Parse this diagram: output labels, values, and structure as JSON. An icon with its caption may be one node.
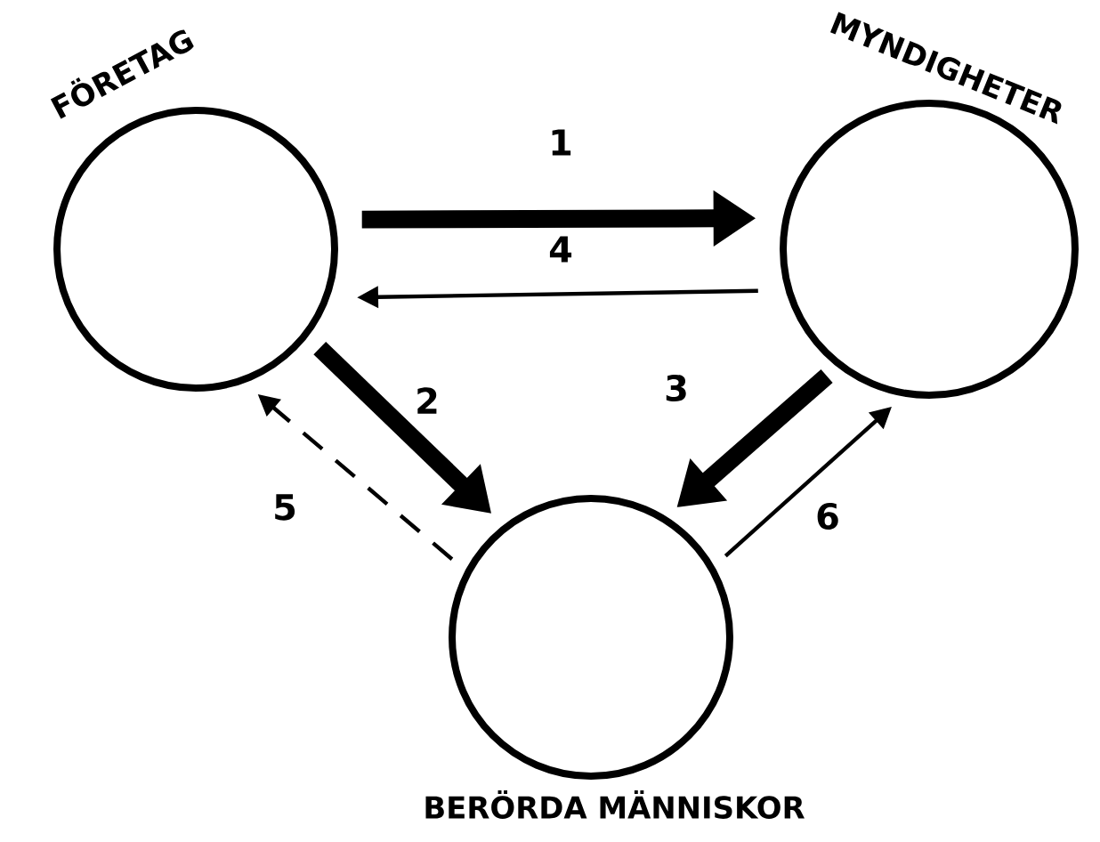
{
  "diagram": {
    "nodes": [
      {
        "text": [
          "FÖRETAG"
        ]
      },
      {
        "text": [
          "MYNDIGHETER"
        ]
      },
      {
        "text": [
          "BERÖRDA MÄNNISKOR"
        ]
      }
    ],
    "edges": [
      {
        "from": 0,
        "to": 1,
        "arrow": "to",
        "label": "1",
        "style": "thick"
      },
      {
        "from": 1,
        "to": 0,
        "arrow": "to",
        "label": "4"
      },
      {
        "from": 0,
        "to": 2,
        "arrow": "to",
        "label": "2",
        "style": "thick"
      },
      {
        "from": 1,
        "to": 2,
        "arrow": "to",
        "label": "3",
        "style": "thick"
      },
      {
        "from": 2,
        "to": 0,
        "arrow": "to",
        "label": "5",
        "style": "dashed"
      },
      {
        "from": 2,
        "to": 1,
        "arrow": "to",
        "label": "6"
      }
    ]
  }
}
